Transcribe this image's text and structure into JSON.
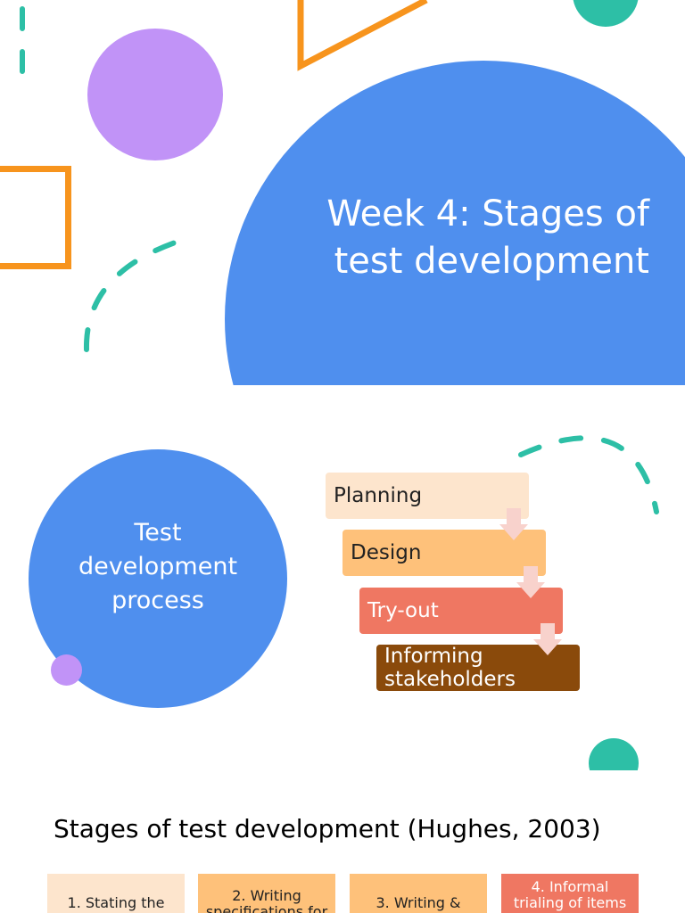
{
  "colors": {
    "blue": "#4f8fee",
    "purple": "#c193f7",
    "teal": "#2dbfa6",
    "orange": "#f7941d",
    "step_planning": "#fde5cd",
    "step_design": "#fec17a",
    "step_tryout": "#ef7762",
    "step_informing": "#8a4a0b",
    "arrow": "#f8d2cc"
  },
  "slide1": {
    "title_line1": "Week 4: Stages of",
    "title_line2": "test development"
  },
  "slide2": {
    "circle_label_line1": "Test",
    "circle_label_line2": "development",
    "circle_label_line3": "process",
    "steps": [
      {
        "label": "Planning",
        "text_color": "#222222"
      },
      {
        "label": "Design",
        "text_color": "#222222"
      },
      {
        "label": "Try-out",
        "text_color": "#ffffff"
      },
      {
        "label_line1": "Informing",
        "label_line2": "stakeholders",
        "text_color": "#ffffff"
      }
    ]
  },
  "slide3": {
    "title": "Stages of test development (Hughes, 2003)",
    "boxes": [
      {
        "line1": "1. Stating the",
        "line2": ""
      },
      {
        "line1": "2. Writing",
        "line2": "specifications for"
      },
      {
        "line1": "3. Writing &",
        "line2": ""
      },
      {
        "line1": "4. Informal",
        "line2": "trialing of items"
      }
    ]
  }
}
